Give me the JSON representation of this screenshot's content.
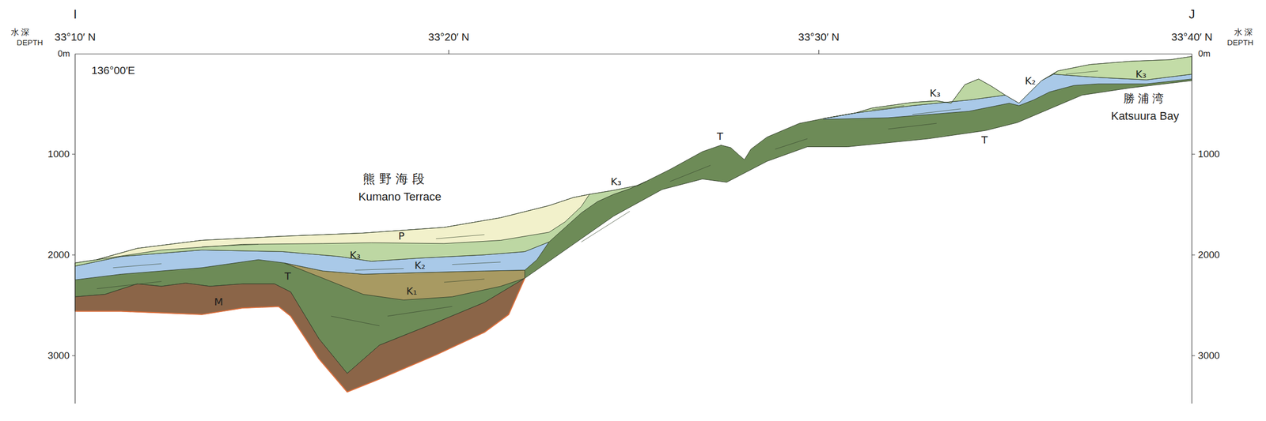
{
  "diagram": {
    "labels": [
      "I",
      "J",
      "水 深",
      "DEPTH",
      "33°10′ N",
      "33°20′ N",
      "33°30′ N",
      "33°40′ N",
      "水 深",
      "DEPTH",
      "0m",
      "0m",
      "136°00′E",
      "1000",
      "2000",
      "3000",
      "1000",
      "2000",
      "3000",
      "熊野海段",
      "Kumano Terrace",
      "P",
      "K₃",
      "K₂",
      "K₁",
      "T",
      "M",
      "K₃",
      "T",
      "K₃",
      "K₂",
      "K₃",
      "T",
      "勝浦湾",
      "Katsuura Bay"
    ]
  }
}
